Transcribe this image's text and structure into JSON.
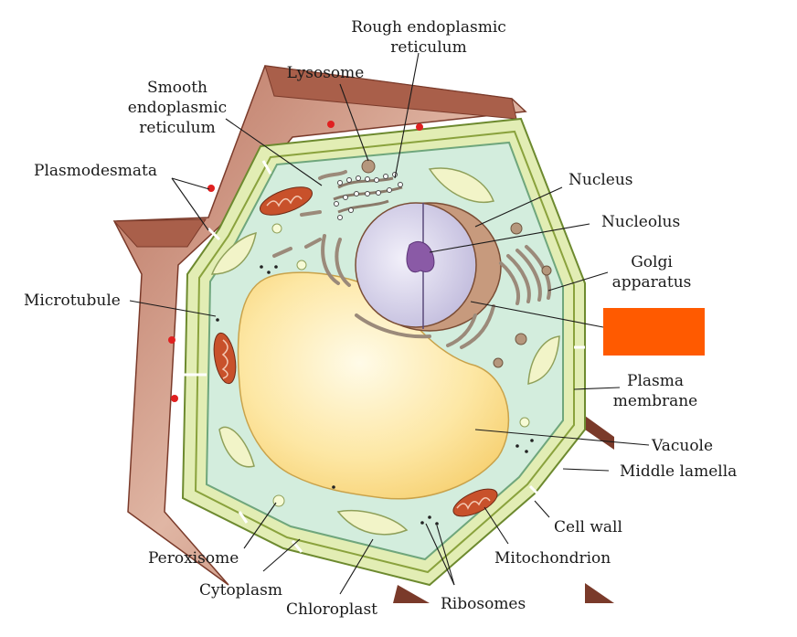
{
  "diagram": {
    "colors": {
      "cell_wall_outer": "#c98d7a",
      "cell_wall_edge": "#7a3a2a",
      "cell_wall_band": "#e2edb4",
      "cytoplasm": "#d3eddd",
      "vacuole": "#fde7a4",
      "nucleus_envelope": "#c79a7d",
      "nucleus": "#dbd8ee",
      "nucleolus": "#8a5aa6",
      "chloroplast": "#f2f4c8",
      "mitochondrion": "#c8512b",
      "plasmodesmata_dot": "#e02020",
      "hidden_label_box": "#ff5a00"
    },
    "labels": {
      "rough_er": [
        "Rough endoplasmic",
        "reticulum"
      ],
      "lysosome": "Lysosome",
      "smooth_er": [
        "Smooth",
        "endoplasmic",
        "reticulum"
      ],
      "plasmodesmata": "Plasmodesmata",
      "nucleus": "Nucleus",
      "nucleolus": "Nucleolus",
      "golgi": [
        "Golgi",
        "apparatus"
      ],
      "microtubule": "Microtubule",
      "plasma_membrane": [
        "Plasma",
        "membrane"
      ],
      "vacuole": "Vacuole",
      "middle_lamella": "Middle lamella",
      "cell_wall": "Cell wall",
      "mitochondrion": "Mitochondrion",
      "peroxisome": "Peroxisome",
      "cytoplasm": "Cytoplasm",
      "chloroplast": "Chloroplast",
      "ribosomes": "Ribosomes"
    }
  }
}
